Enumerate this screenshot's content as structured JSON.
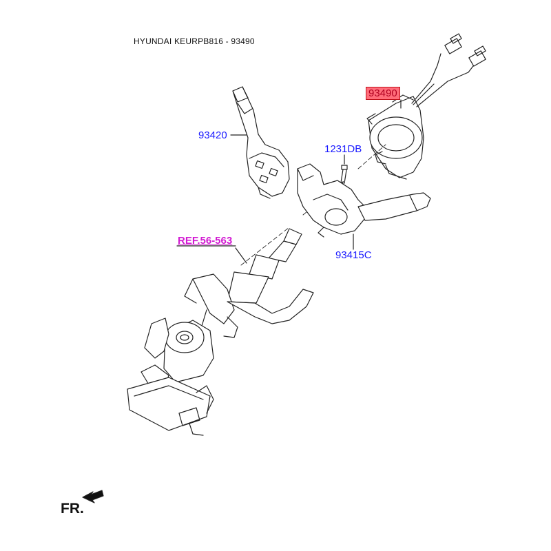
{
  "header": {
    "title": "HYUNDAI KEURPB816 - 93490"
  },
  "callouts": {
    "p93490": "93490",
    "p93420": "93420",
    "p1231DB": "1231DB",
    "ref": "REF.56-563",
    "p93415C": "93415C"
  },
  "direction": {
    "label": "FR."
  },
  "colors": {
    "callout": "#1a1aff",
    "selected_bg": "#ff6d7a",
    "selected_text": "#b00020",
    "ref": "#d21ad2",
    "line": "#222222"
  }
}
